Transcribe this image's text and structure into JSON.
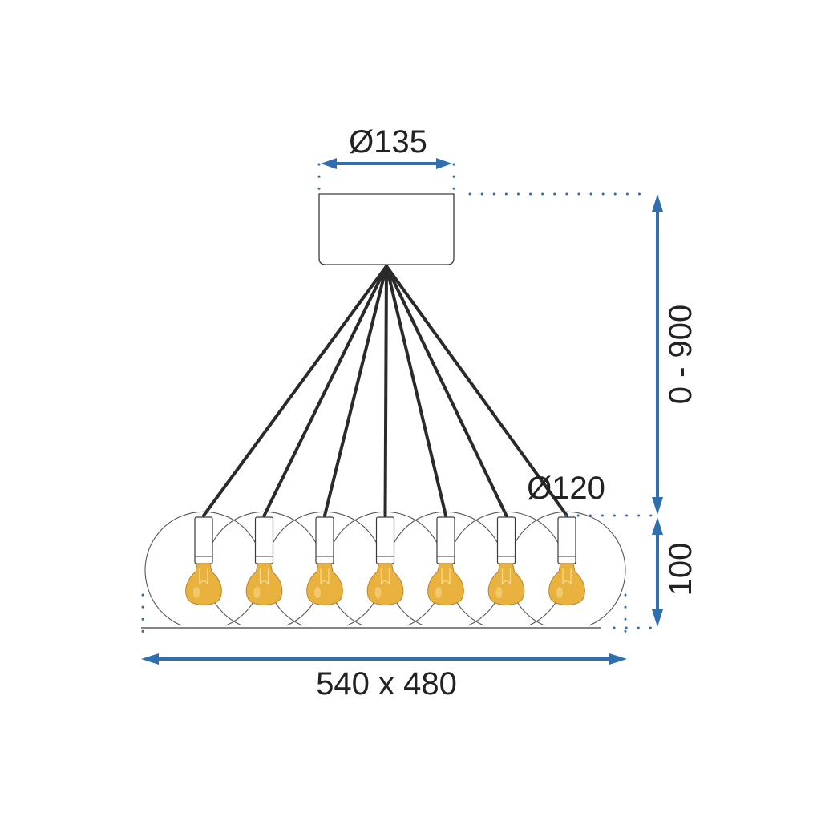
{
  "diagram": {
    "colors": {
      "background": "#ffffff",
      "dimension_blue": "#2f6fad",
      "cord": "#2a2a2a",
      "outline": "#3a3a3a",
      "globe": "#555555",
      "bulb": "#e9b23f",
      "bulb_highlight": "#f6d98a",
      "text": "#222222"
    },
    "dimensions": {
      "canopy_diameter": "Ø135",
      "globe_diameter": "Ø120",
      "drop_range": "0 - 900",
      "globe_height": "100",
      "overall_size": "540 x 480"
    },
    "fixture": {
      "pendant_count": 7,
      "icons": [
        "canopy-icon",
        "cord-icon",
        "glass-globe-icon",
        "socket-icon",
        "edison-bulb-icon"
      ]
    }
  }
}
